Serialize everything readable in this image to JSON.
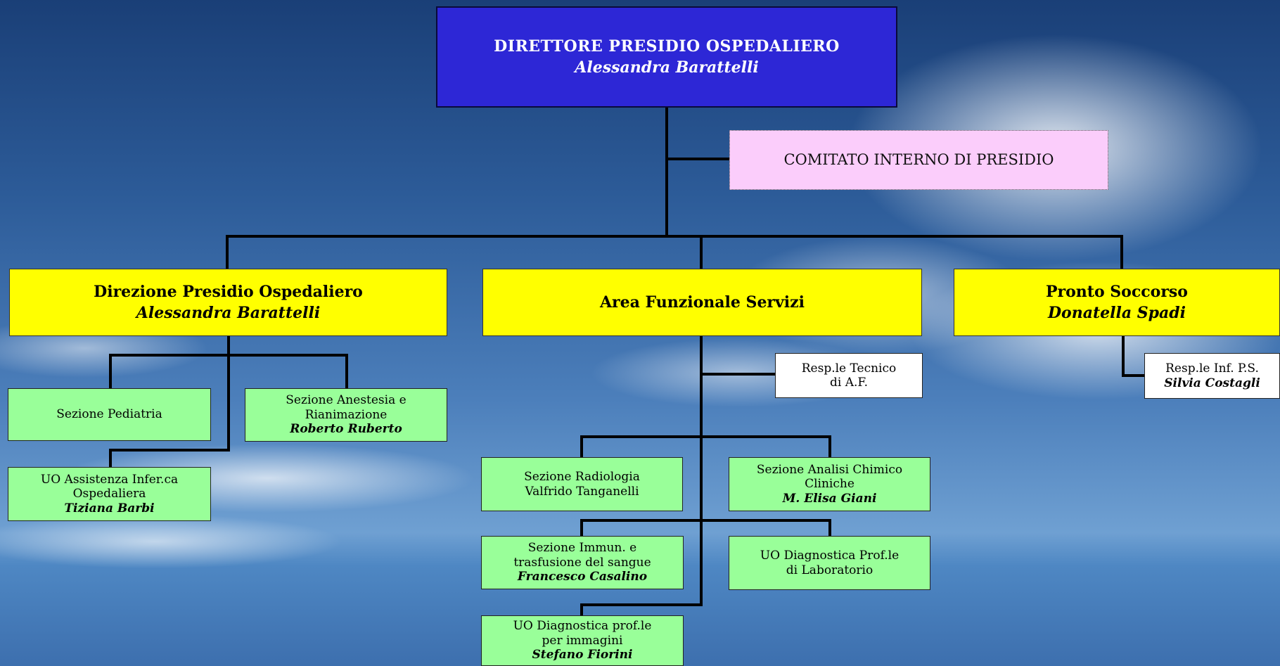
{
  "director": {
    "title": "DIRETTORE PRESIDIO OSPEDALIERO",
    "person": "Alessandra Barattelli"
  },
  "committee": {
    "label": "COMITATO INTERNO DI  PRESIDIO"
  },
  "departments": {
    "direzione": {
      "title": "Direzione Presidio Ospedaliero",
      "person": "Alessandra Barattelli"
    },
    "area_servizi": {
      "title": "Area Funzionale Servizi"
    },
    "pronto_soccorso": {
      "title": "Pronto Soccorso",
      "person": "Donatella Spadi"
    }
  },
  "direzione_units": {
    "pediatria": {
      "label": "Sezione Pediatria"
    },
    "anestesia": {
      "line1": "Sezione Anestesia e",
      "line2": "Rianimazione",
      "person": "Roberto Ruberto"
    },
    "assistenza": {
      "line1": "UO Assistenza Infer.ca",
      "line2": "Ospedaliera",
      "person": "Tiziana Barbi"
    }
  },
  "servizi_units": {
    "resp_tecnico": {
      "line1": "Resp.le Tecnico",
      "line2": "di A.F."
    },
    "radiologia": {
      "line1": "Sezione Radiologia",
      "line2": "Valfrido Tanganelli"
    },
    "analisi": {
      "line1": "Sezione Analisi Chimico",
      "line2": "Cliniche",
      "person": "M. Elisa Giani"
    },
    "immunologia": {
      "line1": "Sezione Immun. e",
      "line2": "trasfusione del sangue",
      "person": "Francesco Casalino"
    },
    "laboratorio": {
      "line1": "UO Diagnostica Prof.le",
      "line2": "di Laboratorio"
    },
    "immagini": {
      "line1": "UO Diagnostica prof.le",
      "line2": "per immagini",
      "person": "Stefano Fiorini"
    }
  },
  "ps_units": {
    "resp_inf": {
      "line1": "Resp.le Inf. P.S.",
      "person": "Silvia Costagli"
    }
  },
  "colors": {
    "director_box": "#2d27d6",
    "committee_box": "#fbcdfb",
    "department_box": "#ffff00",
    "unit_box": "#99ff99",
    "resp_box": "#ffffff",
    "connector": "#000000"
  }
}
